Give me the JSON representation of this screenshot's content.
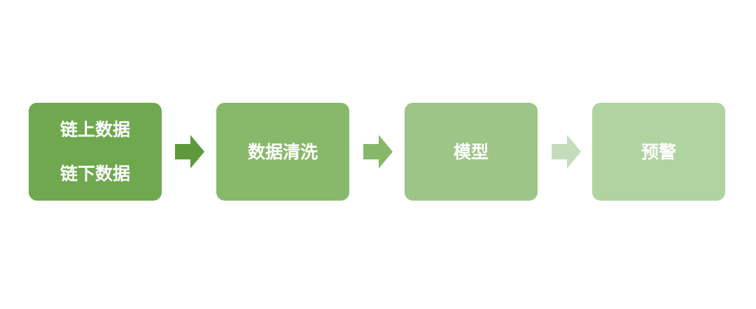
{
  "steps": [
    {
      "lines": [
        "链上数据",
        "链下数据"
      ],
      "color": "#6fa84f"
    },
    {
      "lines": [
        "数据清洗"
      ],
      "color": "#88b96a"
    },
    {
      "lines": [
        "模型"
      ],
      "color": "#9dc588"
    },
    {
      "lines": [
        "预警"
      ],
      "color": "#b0d4a0"
    }
  ],
  "arrows": [
    {
      "color": "#5e9a3c"
    },
    {
      "color": "#86b86a"
    },
    {
      "color": "#c5dcbb"
    }
  ]
}
